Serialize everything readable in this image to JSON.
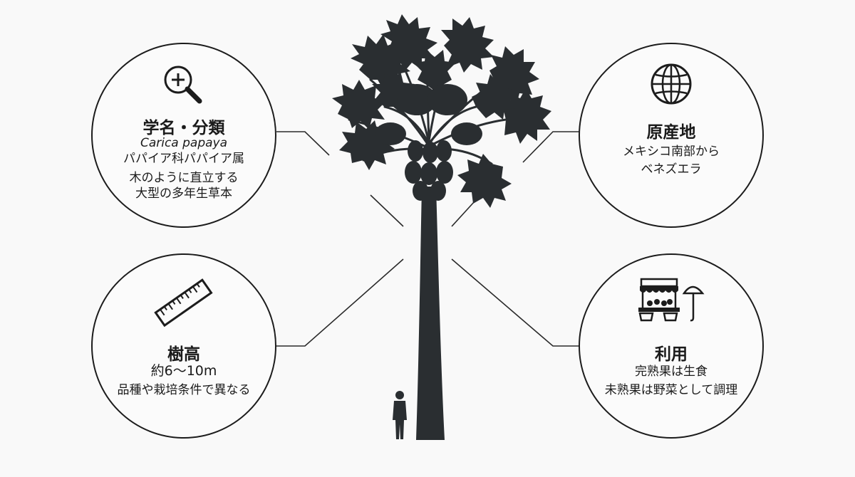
{
  "top_left": {
    "heading": "学名・分類",
    "lines": [
      "Carica papaya",
      "パパイア科パパイア属",
      "木のように直立する",
      "大型の多年生草本"
    ],
    "icon": "magnifier-plus-icon"
  },
  "top_right": {
    "heading": "原産地",
    "lines": [
      "メキシコ南部から",
      "ベネズエラ"
    ],
    "icon": "globe-icon"
  },
  "bottom_left": {
    "heading": "樹高",
    "lines": [
      "約6〜10m",
      "品種や栽培条件で異なる"
    ],
    "icon": "ruler-icon"
  },
  "bottom_right": {
    "heading": "利用",
    "lines": [
      "完熟果は生食",
      "未熟果は野菜として調理"
    ],
    "icon": "market-stall-icon"
  },
  "illustration": {
    "tree": "papaya-tree-silhouette",
    "scale_figure": "person-silhouette"
  },
  "colors": {
    "ink": "#2a2e31",
    "line": "#1c1c1c",
    "background": "#f9f9f9"
  }
}
